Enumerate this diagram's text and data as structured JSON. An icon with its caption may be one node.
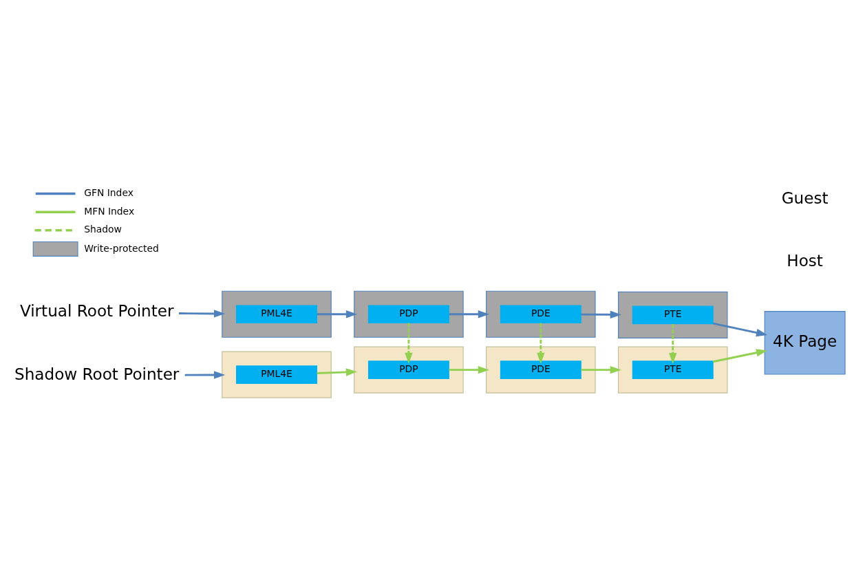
{
  "diagram": {
    "nodes": [
      {
        "text": [
          "Virtual Root Pointer"
        ]
      },
      {
        "text": [],
        "shape": "box"
      },
      {
        "text": [
          "PML4E"
        ],
        "in": 1
      },
      {
        "text": [],
        "shape": "box"
      },
      {
        "text": [
          "PDP"
        ],
        "in": 3
      },
      {
        "text": [],
        "shape": "box"
      },
      {
        "text": [
          "PDE"
        ],
        "in": 5
      },
      {
        "text": [],
        "shape": "box"
      },
      {
        "text": [
          "PTE"
        ],
        "in": 7
      },
      {
        "text": [
          "4K Page"
        ]
      },
      {
        "text": [
          "Shadow Root Pointer"
        ]
      },
      {
        "text": [],
        "shape": "box"
      },
      {
        "text": [
          "PML4E"
        ],
        "in": 11
      },
      {
        "text": [],
        "shape": "box"
      },
      {
        "text": [
          "PDP"
        ],
        "in": 13
      },
      {
        "text": [],
        "shape": "box"
      },
      {
        "text": [
          "PDE"
        ],
        "in": 15
      },
      {
        "text": [],
        "shape": "box"
      },
      {
        "text": [
          "PTE"
        ],
        "in": 17
      }
    ],
    "edges": [
      {
        "from": 0,
        "to": 1,
        "arrow": "to",
        "color": "#4f81bd"
      },
      {
        "from": 2,
        "to": 3,
        "arrow": "to",
        "color": "#4f81bd"
      },
      {
        "from": 4,
        "to": 5,
        "arrow": "to",
        "color": "#4f81bd"
      },
      {
        "from": 6,
        "to": 7,
        "arrow": "to",
        "color": "#4f81bd"
      },
      {
        "from": 8,
        "to": 9,
        "arrow": "to",
        "color": "#4f81bd"
      },
      {
        "from": 4,
        "to": 14,
        "arrow": "to",
        "style": "dashed"
      },
      {
        "from": 6,
        "to": 16,
        "arrow": "to",
        "style": "dashed"
      },
      {
        "from": 8,
        "to": 18,
        "arrow": "to",
        "style": "dashed"
      },
      {
        "from": 10,
        "to": 11,
        "arrow": "to",
        "color": "#4f81bd"
      },
      {
        "from": 12,
        "to": 13,
        "arrow": "to"
      },
      {
        "from": 14,
        "to": 15,
        "arrow": "to"
      },
      {
        "from": 16,
        "to": 17,
        "arrow": "to"
      },
      {
        "from": 18,
        "to": 9,
        "arrow": "to"
      }
    ],
    "labels": [
      "Guest",
      "Host"
    ],
    "legend": [
      {
        "text": "GFN Index"
      },
      {
        "text": "MFN Index"
      },
      {
        "text": "Shadow"
      },
      {
        "text": "Write-protected",
        "color": "#a6a6a6"
      }
    ]
  }
}
